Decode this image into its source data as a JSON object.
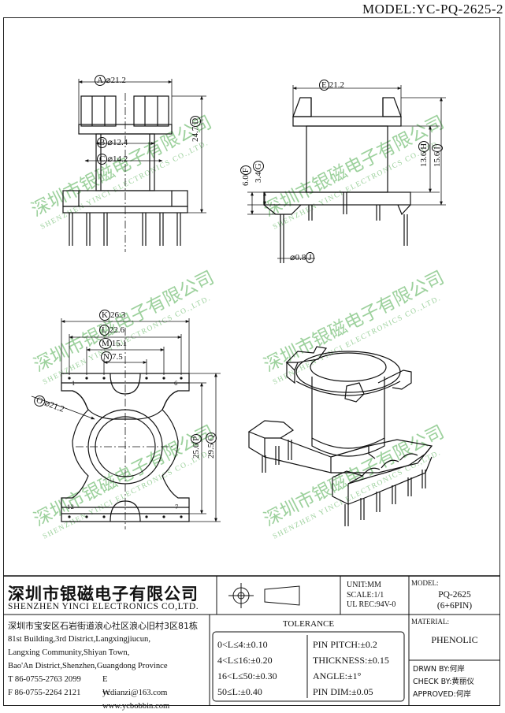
{
  "model": "MODEL:YC-PQ-2625-2",
  "watermark": {
    "cn": "深圳市银磁电子有限公司",
    "en": "SHENZHEN YINCI ELECTRONICS CO.,LTD."
  },
  "dimensions": {
    "A": {
      "letter": "A",
      "text": "⌀21.2"
    },
    "B": {
      "letter": "B",
      "text": "⌀12.4"
    },
    "C": {
      "letter": "C",
      "text": "⌀14.2"
    },
    "D": {
      "letter": "D",
      "text": "24.7"
    },
    "E": {
      "letter": "E",
      "text": "21.2"
    },
    "F": {
      "letter": "F",
      "text": "6.0"
    },
    "G": {
      "letter": "G",
      "text": "3.4"
    },
    "H": {
      "letter": "H",
      "text": "13.6"
    },
    "I": {
      "letter": "I",
      "text": "15.6"
    },
    "J": {
      "letter": "J",
      "text": "⌀0.8"
    },
    "K": {
      "letter": "K",
      "text": "26.3"
    },
    "L": {
      "letter": "L",
      "text": "22.6"
    },
    "M": {
      "letter": "M",
      "text": "15.1"
    },
    "N": {
      "letter": "N",
      "text": "7.5"
    },
    "O": {
      "letter": "O",
      "text": "⌀21.2"
    },
    "P": {
      "letter": "P",
      "text": "25.6"
    },
    "Q": {
      "letter": "Q",
      "text": "29.5"
    }
  },
  "pins": {
    "p1": "1",
    "p6": "6",
    "p12": "12",
    "p7": "7"
  },
  "company": {
    "name_cn": "深圳市银磁电子有限公司",
    "name_en": "SHENZHEN YINCI ELECTRONICS CO,LTD.",
    "address_cn": "深圳市宝安区石岩街道浪心社区浪心旧村3区81栋",
    "address_en1": "81st Building,3rd District,Langxingjiucun,",
    "address_en2": "Langxing Community,Shiyan Town,",
    "address_en3": "Bao'An District,Shenzhen,Guangdong Province",
    "tel": "T 86-0755-2763 2099",
    "email": "E ycdianzi@163.com",
    "fax": "F 86-0755-2264 2121",
    "web": "W www.ycbobbin.com"
  },
  "specs": {
    "unit": "UNIT:MM",
    "scale": "SCALE:1/1",
    "ul": "UL REC:94V-0"
  },
  "model_box": {
    "label": "MODEL:",
    "value1": "PQ-2625",
    "value2": "(6+6PIN)"
  },
  "material": {
    "label": "MATERIAL:",
    "value": "PHENOLIC"
  },
  "tolerance": {
    "title": "TOLERANCE",
    "left": [
      "0<L≤4:±0.10",
      "4<L≤16:±0.20",
      "16<L≤50:±0.30",
      "50≤L:±0.40"
    ],
    "right": [
      "PIN PITCH:±0.2",
      "THICKNESS:±0.15",
      "ANGLE:±1°",
      "PIN DIM:±0.05"
    ]
  },
  "signoff": {
    "drawn": "DRWN BY:何岸",
    "check": "CHECK BY:黄丽仪",
    "approved": "APPROVED:何岸"
  }
}
